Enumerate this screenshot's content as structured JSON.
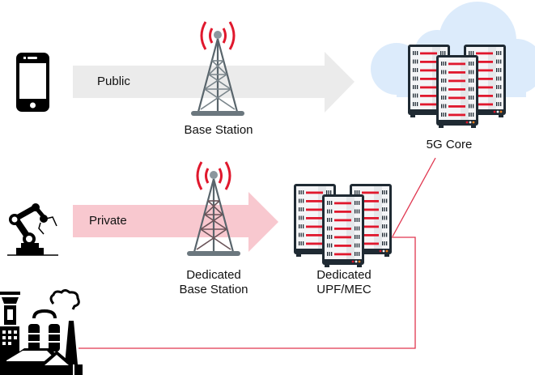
{
  "diagram": {
    "rows": [
      {
        "id": "public",
        "device_icon": "smartphone-icon",
        "arrow_label": "Public",
        "arrow_color": "#ebebeb",
        "station_label": "Base Station",
        "destination_label": "5G Core",
        "destination_icon": "cloud-server-icon"
      },
      {
        "id": "private",
        "device_icon": "robot-arm-icon",
        "arrow_label": "Private",
        "arrow_color": "#f8c8cf",
        "station_label_line1": "Dedicated",
        "station_label_line2": "Base Station",
        "destination_label_line1": "Dedicated",
        "destination_label_line2": "UPF/MEC",
        "destination_icon": "server-rack-icon"
      }
    ],
    "factory_icon": "factory-icon",
    "connector_color": "#e0364f",
    "accent_red": "#e0182d",
    "cloud_color": "#dcebfb"
  }
}
